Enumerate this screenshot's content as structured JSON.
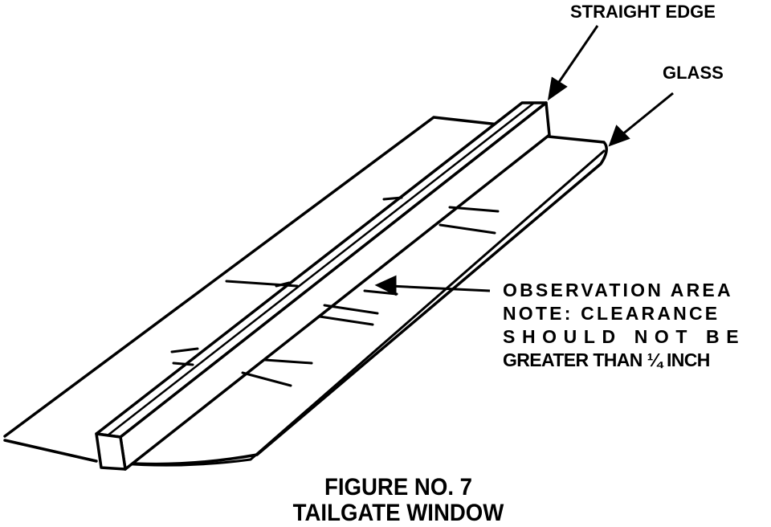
{
  "labels": {
    "straight_edge": "STRAIGHT EDGE",
    "glass": "GLASS",
    "observation": {
      "line1": "OBSERVATION  AREA",
      "line2": "NOTE:  CLEARANCE",
      "line3": "SHOULD  NOT  BE",
      "line4": "GREATER THAN ¼ INCH"
    }
  },
  "caption": {
    "line1": "FIGURE NO. 7",
    "line2": "TAILGATE WINDOW"
  },
  "colors": {
    "ink": "#000000",
    "background": "#ffffff"
  }
}
